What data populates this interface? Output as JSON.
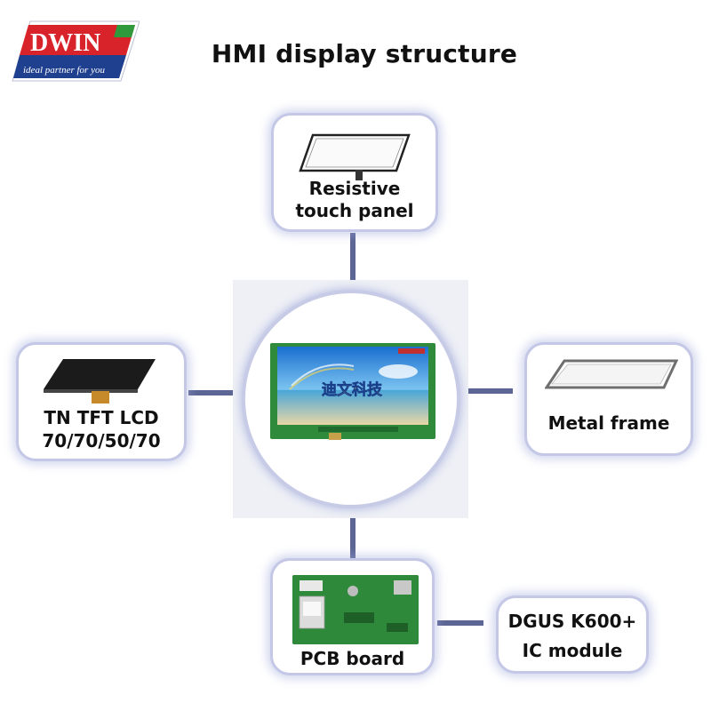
{
  "logo": {
    "brand": "DWIN",
    "tagline": "ideal partner for you"
  },
  "title": "HMI display structure",
  "nodes": {
    "touch_panel": {
      "line1": "Resistive",
      "line2": "touch panel"
    },
    "lcd": {
      "line1": "TN TFT LCD",
      "line2": "70/70/50/70"
    },
    "metal_frame": {
      "label": "Metal frame"
    },
    "pcb": {
      "label": "PCB board"
    },
    "ic_module": {
      "line1": "DGUS K600+",
      "line2": "IC module"
    }
  },
  "center": {
    "screen_text": "迪文科技"
  },
  "colors": {
    "connector": "#5c6594",
    "node_border": "#c4c8e6",
    "pcb_green": "#2e8a3a",
    "logo_red": "#d8232a",
    "logo_blue": "#1f3f8f"
  }
}
